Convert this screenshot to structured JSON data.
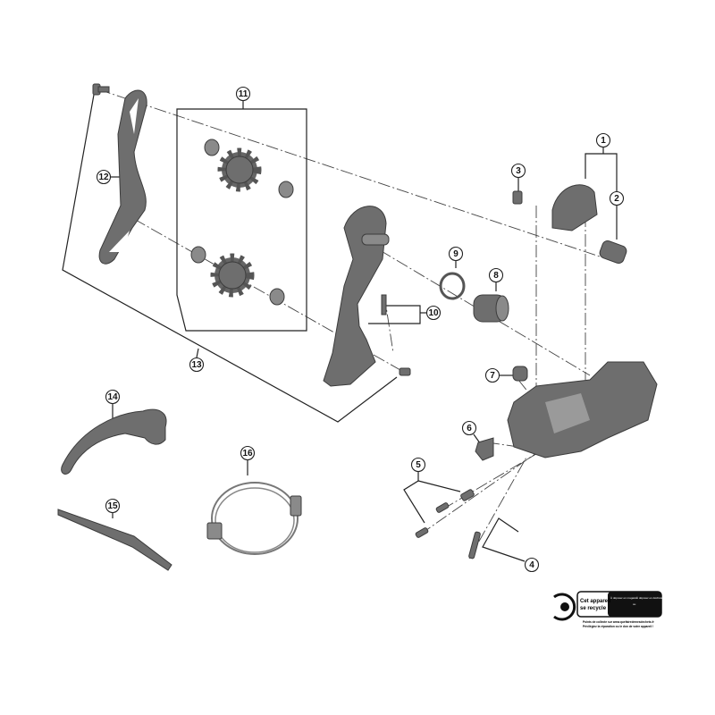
{
  "callouts": [
    "1",
    "2",
    "3",
    "4",
    "5",
    "6",
    "7",
    "8",
    "9",
    "10",
    "11",
    "12",
    "13",
    "14",
    "15",
    "16"
  ],
  "recycle_label": {
    "title_line1": "Cet appareil",
    "title_line2": "se recycle",
    "option_store": "À déposer en magasin",
    "option_dump": "À déposer en déchèterie",
    "or": "ou",
    "footer_line1": "Points de collecte sur www.quefairedemesdechets.fr",
    "footer_line2": "Privilégiez la réparation ou le don de votre appareil !"
  }
}
